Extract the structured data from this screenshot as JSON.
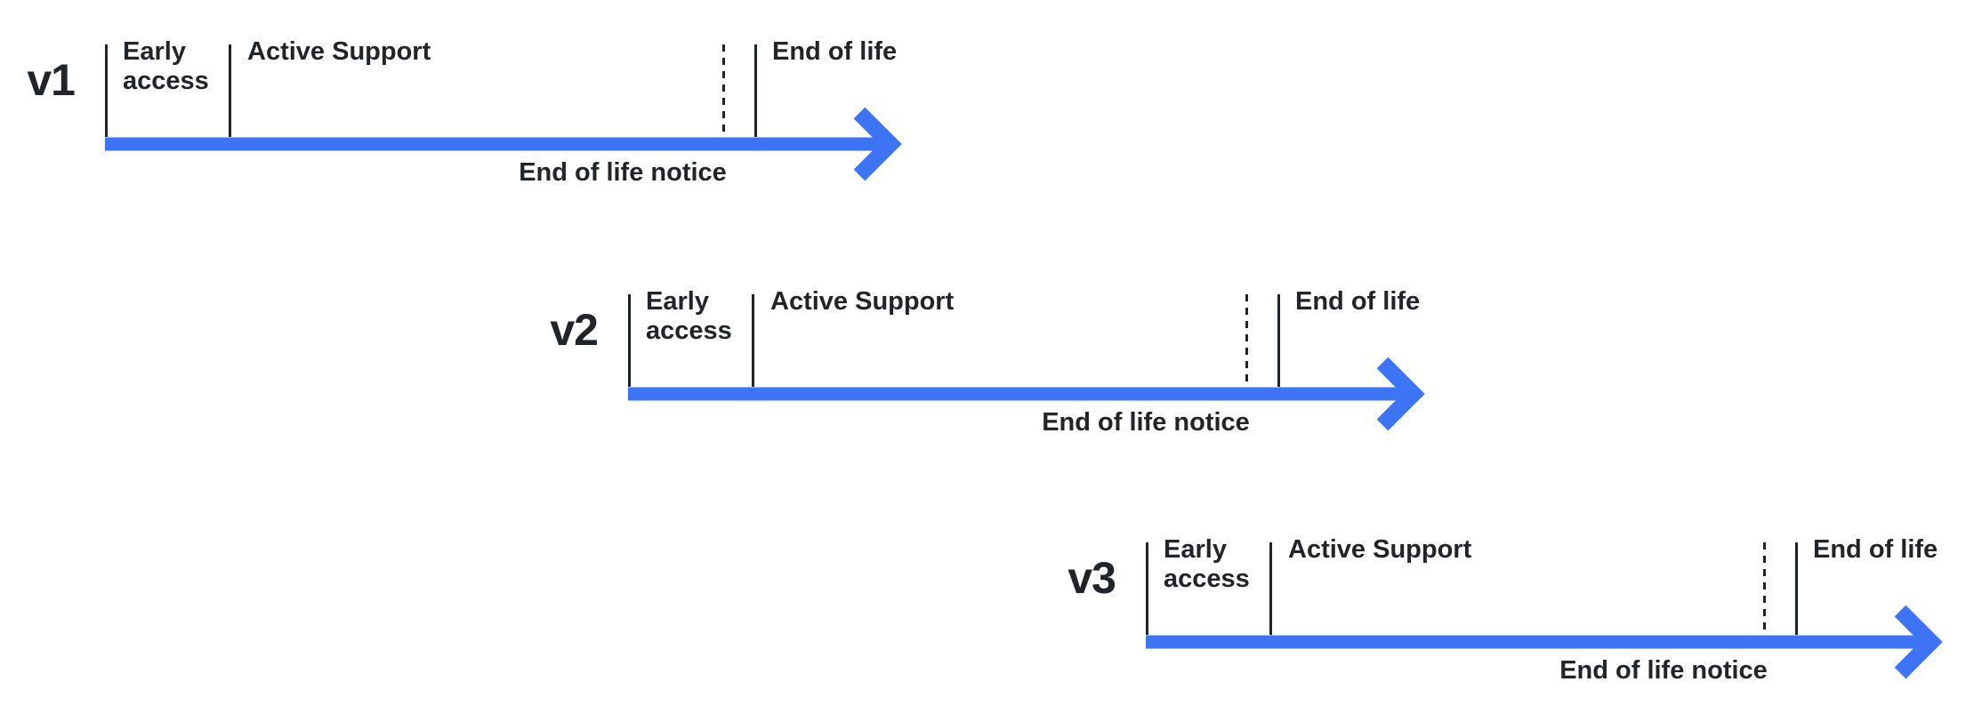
{
  "diagram": {
    "colors": {
      "arrow": "#3D74F5",
      "line": "#1F2328",
      "text": "#212529",
      "background": "#FFFFFF"
    },
    "rows": [
      {
        "version": "v1",
        "labels": {
          "early_access": "Early access",
          "active_support": "Active Support",
          "end_of_life": "End of life",
          "end_of_life_notice": "End of life notice"
        }
      },
      {
        "version": "v2",
        "labels": {
          "early_access": "Early access",
          "active_support": "Active Support",
          "end_of_life": "End of life",
          "end_of_life_notice": "End of life notice"
        }
      },
      {
        "version": "v3",
        "labels": {
          "early_access": "Early access",
          "active_support": "Active Support",
          "end_of_life": "End of life",
          "end_of_life_notice": "End of life notice"
        }
      }
    ]
  }
}
